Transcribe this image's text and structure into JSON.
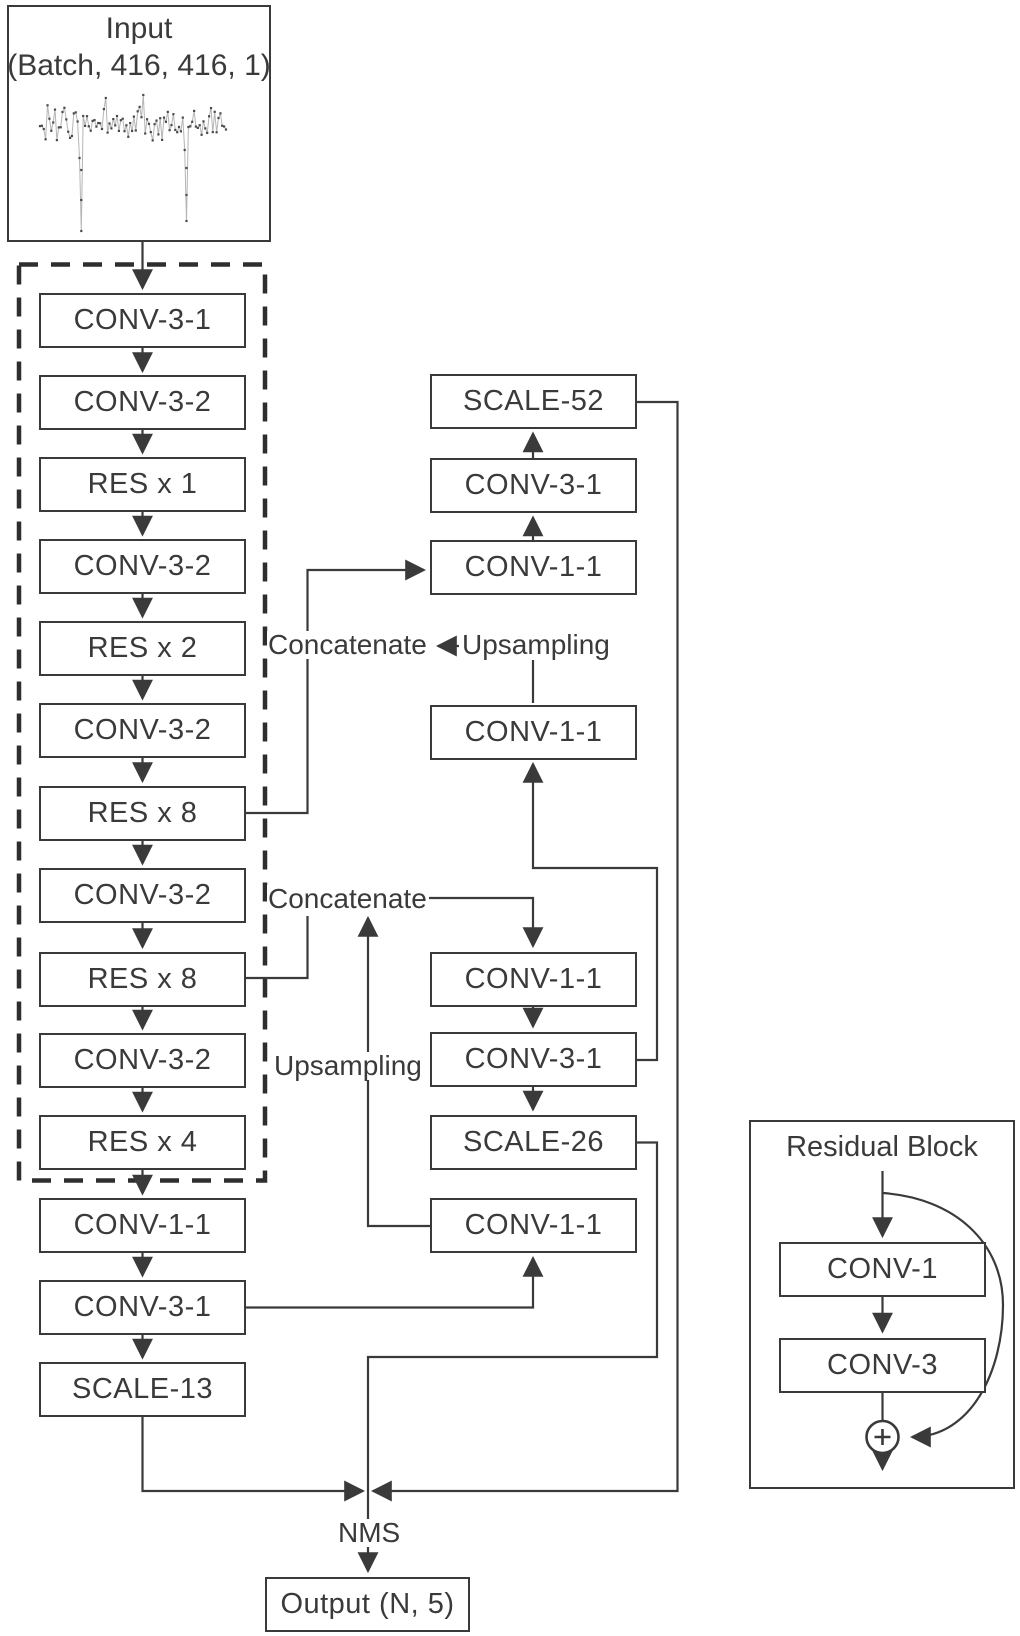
{
  "colors": {
    "line": "#3a3a3a",
    "text": "#3a3a3a",
    "background": "#ffffff",
    "waveform_line": "#b5b5b5",
    "waveform_marker": "#4a4a4a"
  },
  "input": {
    "title": "Input",
    "shape": "(Batch, 416, 416, 1)"
  },
  "backbone": {
    "blocks": [
      "CONV-3-1",
      "CONV-3-2",
      "RES x 1",
      "CONV-3-2",
      "RES x 2",
      "CONV-3-2",
      "RES x 8",
      "CONV-3-2",
      "RES x 8",
      "CONV-3-2",
      "RES x 4"
    ]
  },
  "head": {
    "blocks": [
      "CONV-1-1",
      "CONV-3-1",
      "SCALE-13"
    ]
  },
  "middle": {
    "scale52": "SCALE-52",
    "conv31_top": "CONV-3-1",
    "conv11_top": "CONV-1-1",
    "conv11_up": "CONV-1-1",
    "conv11_mid": "CONV-1-1",
    "conv31_mid": "CONV-3-1",
    "scale26": "SCALE-26",
    "conv11_bottom": "CONV-1-1"
  },
  "labels": {
    "concatenate_top": "Concatenate",
    "upsampling_top": "Upsampling",
    "concatenate_bottom": "Concatenate",
    "upsampling_bottom": "Upsampling",
    "nms": "NMS"
  },
  "output": {
    "label": "Output (N, 5)"
  },
  "residual": {
    "title": "Residual Block",
    "blocks": [
      "CONV-1",
      "CONV-3"
    ],
    "sum_symbol": "+"
  }
}
